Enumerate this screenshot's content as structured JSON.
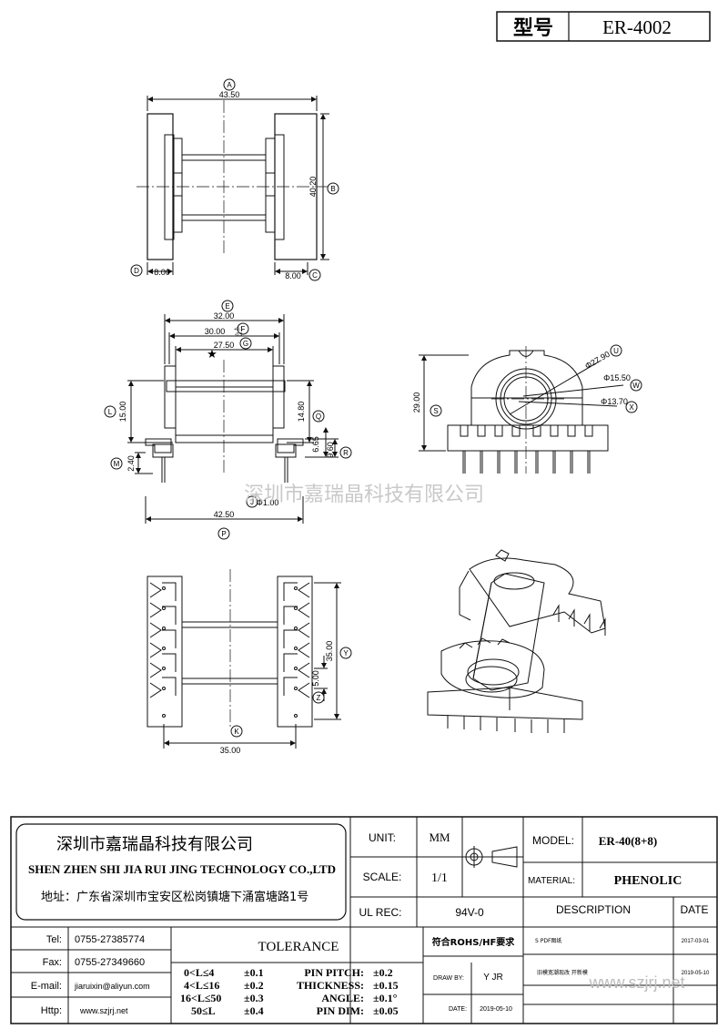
{
  "header": {
    "model_label": "型号",
    "model_value": "ER-4002"
  },
  "dimensions": {
    "A": "43.50",
    "B": "40.20",
    "D": "8.00",
    "C": "8.00",
    "E": "32.00",
    "F": "30.00",
    "F_tol_top": "+0.1",
    "F_tol_bottom": "-0.3",
    "G": "27.50",
    "L": "15.00",
    "M": "2.40",
    "Q": "14.80",
    "R": "9.60",
    "R_inner": "6.65",
    "J": "Φ1.00",
    "P": "42.50",
    "S": "29.00",
    "U": "Φ27.90",
    "W": "Φ15.50",
    "X": "Φ13.70",
    "Y": "35.00",
    "Z": "5.00",
    "K": "35.00"
  },
  "labels": {
    "A": "A",
    "B": "B",
    "C": "C",
    "D": "D",
    "E": "E",
    "F": "F",
    "G": "G",
    "L": "L",
    "M": "M",
    "Q": "Q",
    "R": "R",
    "J": "J",
    "P": "P",
    "S": "S",
    "U": "U",
    "W": "W",
    "X": "X",
    "Y": "Y",
    "Z": "Z",
    "K": "K"
  },
  "watermark": "深圳市嘉瑞晶科技有限公司",
  "company": {
    "name_cn": "深圳市嘉瑞晶科技有限公司",
    "name_en": "SHEN ZHEN SHI  JIA RUI JING  TECHNOLOGY CO.,LTD",
    "address": "地址：广东省深圳市宝安区松岗镇塘下涌富塘路1号"
  },
  "contact": {
    "tel_label": "Tel:",
    "tel": "0755-27385774",
    "fax_label": "Fax:",
    "fax": "0755-27349660",
    "email_label": "E-mail:",
    "email": "jiaruixin@aliyun.com",
    "http_label": "Http:",
    "http": "www.szjrj.net"
  },
  "spec": {
    "unit_label": "UNIT:",
    "unit": "MM",
    "scale_label": "SCALE:",
    "scale": "1/1",
    "ul_label": "UL REC:",
    "ul": "94V-0",
    "model_label": "MODEL:",
    "model": "ER-40(8+8)",
    "material_label": "MATERIAL:",
    "material": "PHENOLIC",
    "description_label": "DESCRIPTION",
    "date_label": "DATE"
  },
  "tolerance": {
    "title": "TOLERANCE",
    "rows": [
      {
        "range": "0<L≤4",
        "tol": "±0.1"
      },
      {
        "range": "4<L≤16",
        "tol": "±0.2"
      },
      {
        "range": "16<L≤50",
        "tol": "±0.3"
      },
      {
        "range": "50≤L",
        "tol": "±0.4"
      }
    ],
    "items": [
      {
        "name": "PIN PITCH:",
        "tol": "±0.2"
      },
      {
        "name": "THICKNESS:",
        "tol": "±0.15"
      },
      {
        "name": "ANGLE:",
        "tol": "±0.1°"
      },
      {
        "name": "PIN DIM:",
        "tol": "±0.05"
      }
    ]
  },
  "rohs": "符合ROHS/HF要求",
  "draw_by_label": "DRAW BY:",
  "draw_by": "Y JR",
  "date_label": "DATE:",
  "date": "2019-05-10",
  "revisions": [
    {
      "desc": "S PDF图纸",
      "date": "2017-03-01"
    },
    {
      "desc": "旧模宽潮现改  开新模",
      "date": "2019-05-10"
    }
  ],
  "website_watermark": "www.szjrj.net"
}
